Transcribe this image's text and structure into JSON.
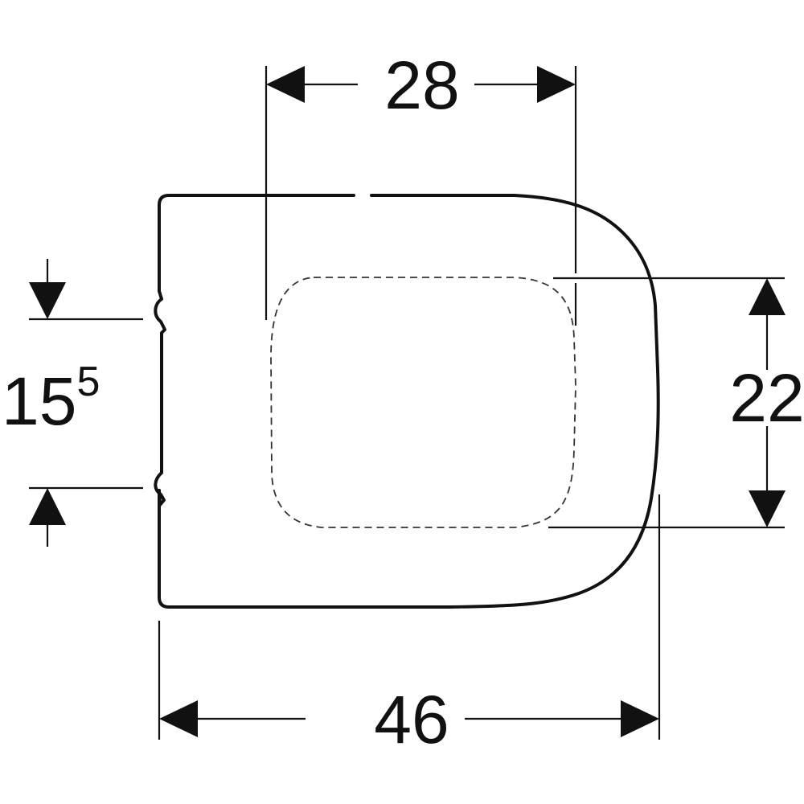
{
  "drawing": {
    "subject": "toilet seat and cover, top view",
    "colors": {
      "line": "#111111",
      "background": "#ffffff"
    },
    "dimensions": {
      "width_overall": {
        "label": "46"
      },
      "inner_width": {
        "label": "28"
      },
      "inner_depth": {
        "label": "22"
      },
      "hinge_spacing": {
        "label_main": "15",
        "label_sup": "5"
      }
    }
  }
}
